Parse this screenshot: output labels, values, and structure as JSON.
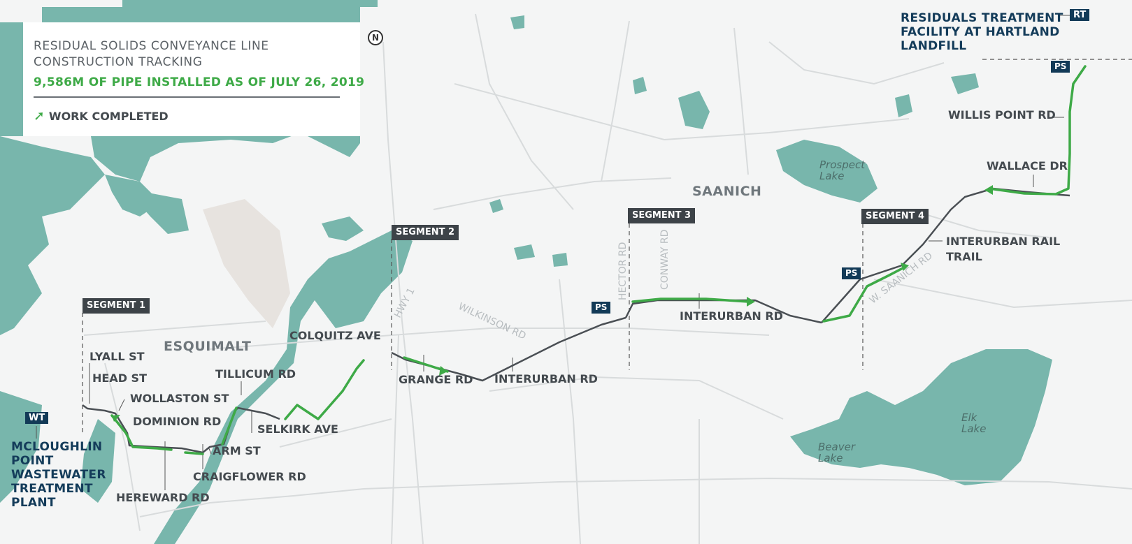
{
  "legend": {
    "title_line1": "RESIDUAL SOLIDS CONVEYANCE LINE",
    "title_line2": "CONSTRUCTION TRACKING",
    "progress": "9,586M OF PIPE INSTALLED AS OF JULY 26, 2019",
    "work_completed": "WORK COMPLETED",
    "work_completed_icon": "green-arrow-icon"
  },
  "compass": {
    "glyph": "N",
    "icon": "north-arrow-icon"
  },
  "colors": {
    "water": "#78b6ac",
    "completed": "#3eaa47",
    "pipe": "#4a4f54",
    "navy": "#143c5a",
    "badge": "#3d4348"
  },
  "segments": [
    "SEGMENT 1",
    "SEGMENT 2",
    "SEGMENT 3",
    "SEGMENT 4"
  ],
  "facilities": {
    "wt_code": "WT",
    "wt_name": [
      "MCLOUGHLIN",
      "POINT",
      "WASTEWATER",
      "TREATMENT",
      "PLANT"
    ],
    "rt_code": "RT",
    "rt_name": [
      "RESIDUALS TREATMENT",
      "FACILITY AT HARTLAND",
      "LANDFILL"
    ],
    "ps": "PS"
  },
  "areas": {
    "esquimalt": "ESQUIMALT",
    "saanich": "SAANICH"
  },
  "streets": {
    "lyall": "LYALL ST",
    "head": "HEAD ST",
    "wollaston": "WOLLASTON ST",
    "dominion": "DOMINION RD",
    "tillicum": "TILLICUM RD",
    "selkirk": "SELKIRK AVE",
    "arm": "ARM ST",
    "craigflower": "CRAIGFLOWER RD",
    "hereward": "HEREWARD RD",
    "colquitz": "COLQUITZ AVE",
    "grange": "GRANGE RD",
    "interurban1": "INTERURBAN RD",
    "interurban2": "INTERURBAN RD",
    "interurban_rail_1": "INTERURBAN RAIL",
    "interurban_rail_2": "TRAIL",
    "wallace": "WALLACE DR",
    "willis": "WILLIS POINT RD"
  },
  "faint_streets": {
    "hwy1": "HWY 1",
    "wilkinson": "WILKINSON RD",
    "hector": "HECTOR RD",
    "conway": "CONWAY RD",
    "w_saanich": "W. SAANICH RD"
  },
  "lakes": {
    "prospect": [
      "Prospect",
      "Lake"
    ],
    "elk": [
      "Elk",
      "Lake"
    ],
    "beaver": [
      "Beaver",
      "Lake"
    ]
  }
}
